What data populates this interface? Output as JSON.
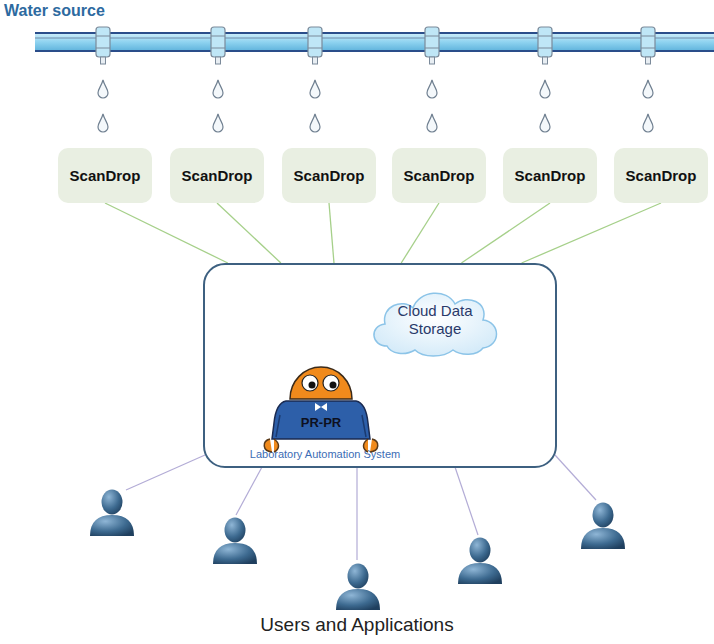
{
  "diagram": {
    "nodes": [
      {
        "text": [
          "ScanDrop"
        ]
      },
      {
        "text": [
          "ScanDrop"
        ]
      },
      {
        "text": [
          "ScanDrop"
        ]
      },
      {
        "text": [
          "ScanDrop"
        ]
      },
      {
        "text": [
          "ScanDrop"
        ]
      },
      {
        "text": [
          "ScanDrop"
        ]
      },
      {
        "text": [
          "Laboratory Automation System"
        ]
      },
      {
        "text": [
          "Cloud Data Storage"
        ],
        "in": 6
      },
      {
        "text": [
          "PR-PR"
        ],
        "in": 6
      }
    ],
    "edges": [
      {
        "from": 0,
        "to": 6,
        "arrow": "none"
      },
      {
        "from": 1,
        "to": 6,
        "arrow": "none"
      },
      {
        "from": 2,
        "to": 6,
        "arrow": "none"
      },
      {
        "from": 3,
        "to": 6,
        "arrow": "none"
      },
      {
        "from": 4,
        "to": 6,
        "arrow": "none"
      },
      {
        "from": 5,
        "to": 6,
        "arrow": "none"
      }
    ],
    "labels": [
      "Water source",
      "Users and Applications"
    ]
  }
}
